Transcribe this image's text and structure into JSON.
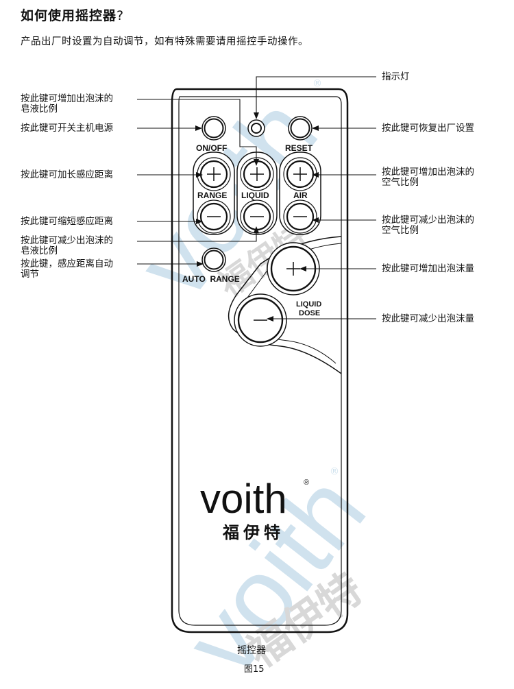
{
  "heading": {
    "title": "如何使用摇控器",
    "mark": "?"
  },
  "intro": "产品出厂时设置为自动调节，如有特殊需要请用摇控手动操作。",
  "remote": {
    "button_labels": {
      "on_off": "ON/OFF",
      "reset": "RESET",
      "range": "RANGE",
      "liquid": "LIQUID",
      "air": "AIR",
      "auto_range": "AUTO  RANGE",
      "liquid_dose_1": "LIQUID",
      "liquid_dose_2": "DOSE"
    },
    "brand": {
      "logo_text": "voith",
      "registered": "®",
      "chinese": "福伊特"
    }
  },
  "callouts_left": {
    "liquid_up_1": "按此键可增加出泡沫的",
    "liquid_up_2": "皂液比例",
    "power": "按此键可开关主机电源",
    "range_up": "按此键可加长感应距离",
    "range_down": "按此键可缩短感应距离",
    "liquid_down_1": "按此键可减少出泡沫的",
    "liquid_down_2": "皂液比例",
    "auto_range_1": "按此键，感应距离自动",
    "auto_range_2": "调节"
  },
  "callouts_right": {
    "indicator": "指示灯",
    "reset": "按此键可恢复出厂设置",
    "air_up_1": "按此键可增加出泡沫的",
    "air_up_2": "空气比例",
    "air_down_1": "按此键可减少出泡沫的",
    "air_down_2": "空气比例",
    "dose_up": "按此键可增加出泡沫量",
    "dose_down": "按此键可减少出泡沫量"
  },
  "watermark": {
    "text": "voith",
    "chinese": "福伊特"
  },
  "caption": "摇控器",
  "figure_number": "图15",
  "colors": {
    "ink": "#111111",
    "watermark": "#a9cbe0",
    "watermark_cn": "#b8b8b8"
  }
}
